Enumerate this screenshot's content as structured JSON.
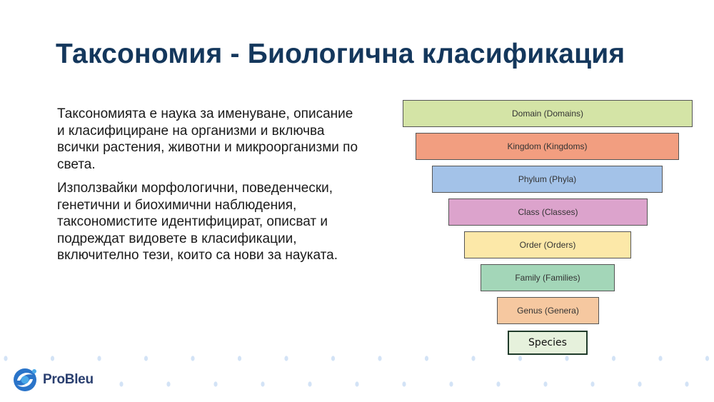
{
  "slide": {
    "title": "Таксономия - Биологична класификация",
    "paragraphs": [
      "Таксономията е наука за именуване, описание и класифициране на организми и включва всички растения, животни и микроорганизми по света.",
      "Използвайки морфологични, поведенчески, генетични и биохимични наблюдения, таксономистите идентифицират, описват и подреждат видовете в класификации, включително тези, които са нови за науката."
    ]
  },
  "pyramid": {
    "levels": [
      {
        "label": "Domain (Domains)",
        "color": "#d4e4a6"
      },
      {
        "label": "Kingdom (Kingdoms)",
        "color": "#f29e80"
      },
      {
        "label": "Phylum (Phyla)",
        "color": "#a3c2e8"
      },
      {
        "label": "Class (Classes)",
        "color": "#dca3cc"
      },
      {
        "label": "Order (Orders)",
        "color": "#fce8a8"
      },
      {
        "label": "Family (Families)",
        "color": "#a3d6b8"
      },
      {
        "label": "Genus (Genera)",
        "color": "#f6c8a0"
      },
      {
        "label": "Species",
        "color": "#e6f1dc"
      }
    ]
  },
  "brand": {
    "name": "ProBleu",
    "colors": [
      "#2a74c9",
      "#4aa8e8",
      "#2a3f6f"
    ]
  }
}
